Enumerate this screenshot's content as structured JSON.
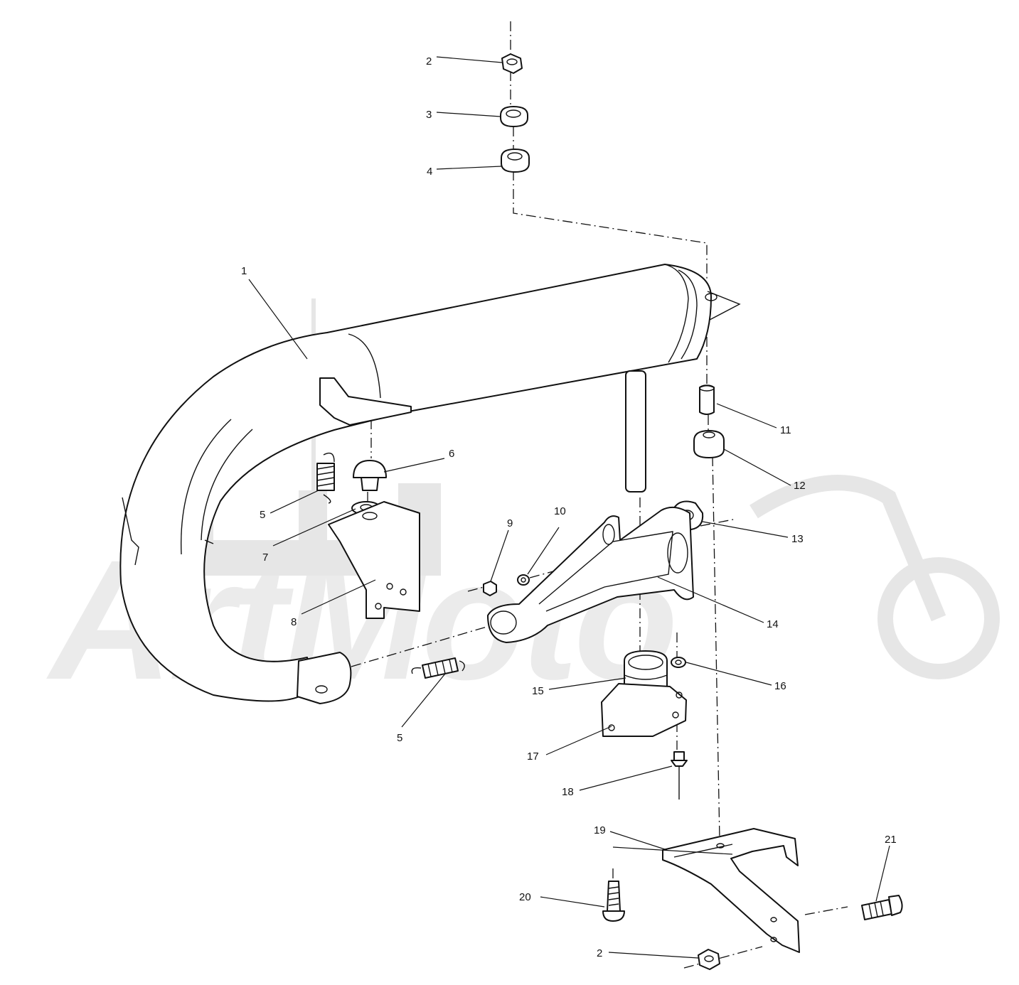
{
  "watermark": {
    "text": "ArtMoto"
  },
  "callouts": [
    {
      "id": "c1",
      "text": "1"
    },
    {
      "id": "c2a",
      "text": "2"
    },
    {
      "id": "c3",
      "text": "3"
    },
    {
      "id": "c4",
      "text": "4"
    },
    {
      "id": "c5a",
      "text": "5"
    },
    {
      "id": "c6",
      "text": "6"
    },
    {
      "id": "c7",
      "text": "7"
    },
    {
      "id": "c8",
      "text": "8"
    },
    {
      "id": "c9",
      "text": "9"
    },
    {
      "id": "c10",
      "text": "10"
    },
    {
      "id": "c11",
      "text": "11"
    },
    {
      "id": "c12",
      "text": "12"
    },
    {
      "id": "c13",
      "text": "13"
    },
    {
      "id": "c14",
      "text": "14"
    },
    {
      "id": "c5b",
      "text": "5"
    },
    {
      "id": "c15",
      "text": "15"
    },
    {
      "id": "c16",
      "text": "16"
    },
    {
      "id": "c17",
      "text": "17"
    },
    {
      "id": "c18",
      "text": "18"
    },
    {
      "id": "c19",
      "text": "19"
    },
    {
      "id": "c20",
      "text": "20"
    },
    {
      "id": "c21",
      "text": "21"
    },
    {
      "id": "c2b",
      "text": "2"
    }
  ]
}
